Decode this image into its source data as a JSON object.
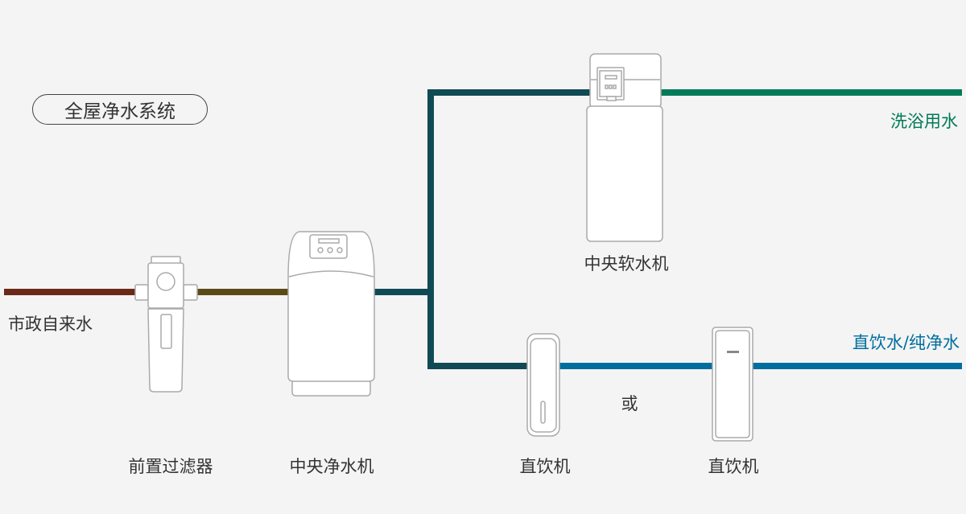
{
  "title": "全屋净水系统",
  "labels": {
    "municipal_water": "市政自来水",
    "pre_filter": "前置过滤器",
    "central_purifier": "中央净水机",
    "central_softener": "中央软水机",
    "dispenser_1": "直饮机",
    "dispenser_2": "直饮机",
    "or": "或",
    "bath_water": "洗浴用水",
    "drinking_water": "直饮水/纯净水"
  },
  "colors": {
    "background": "#f4f4f4",
    "municipal_pipe": "#6b2a18",
    "filtered_pipe": "#5a4a18",
    "purified_pipe": "#104a55",
    "bath_pipe": "#007a58",
    "drinking_pipe": "#006e9e"
  }
}
